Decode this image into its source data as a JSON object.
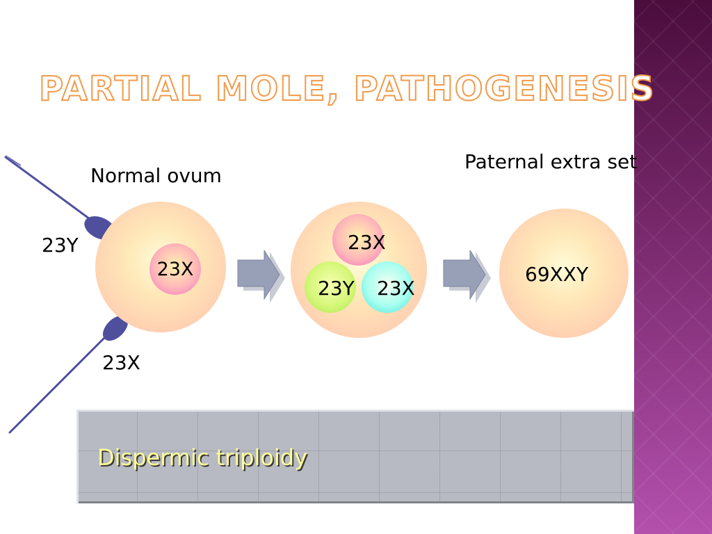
{
  "slide": {
    "title": "Partial mole, pathogenesis",
    "colors": {
      "title_outline": "#f29a4a",
      "sperm": "#4f4f9e",
      "banner_text": "#ffff99",
      "side_band_top": "#4a0d3c",
      "side_band_bottom": "#b350ad"
    }
  },
  "diagram": {
    "normal_ovum_label": "Normal ovum",
    "paternal_label": "Paternal extra set",
    "sperm_top_label": "23Y",
    "sperm_bottom_label": "23X",
    "ovum_nucleus": "23X",
    "zygote_nuclei": [
      "23X",
      "23Y",
      "23X"
    ],
    "result": "69XXY"
  },
  "banner": {
    "text": "Dispermic triploidy"
  }
}
